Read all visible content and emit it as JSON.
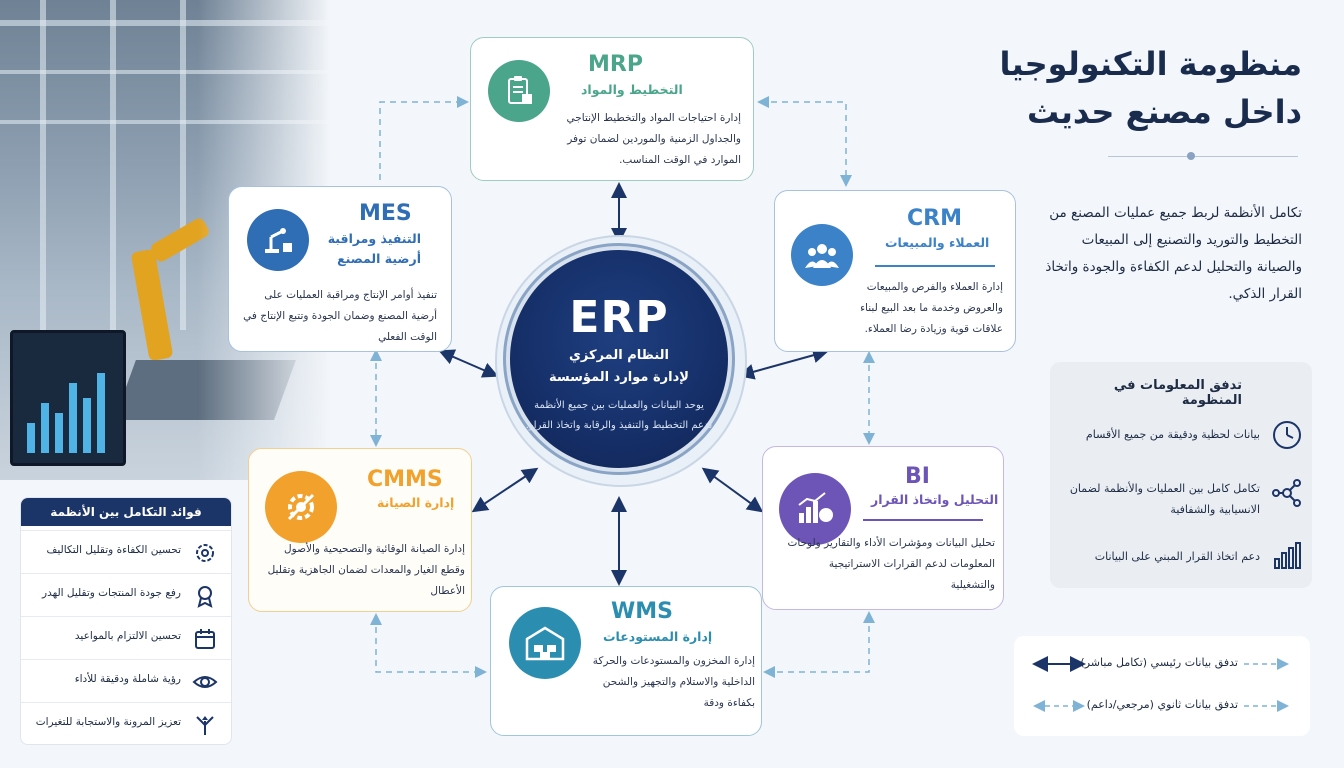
{
  "title_line1": "منظومة التكنولوجيا",
  "title_line2": "داخل مصنع حديث",
  "intro": "تكامل الأنظمة لربط جميع عمليات المصنع من التخطيط والتوريد والتصنيع إلى المبيعات والصيانة والتحليل لدعم الكفاءة والجودة واتخاذ القرار الذكي.",
  "erp": {
    "abbr": "ERP",
    "sub1": "النظام المركزي",
    "sub2": "لإدارة موارد المؤسسة",
    "desc": "يوحد البيانات والعمليات بين جميع الأنظمة لدعم التخطيط والتنفيذ والرقابة واتخاذ القرار."
  },
  "mrp": {
    "abbr": "MRP",
    "sub": "التخطيط والمواد",
    "desc": "إدارة احتياجات المواد والتخطيط الإنتاجي والجداول الزمنية والموردين لضمان توفر الموارد في الوقت المناسب."
  },
  "mes": {
    "abbr": "MES",
    "sub1": "التنفيذ ومراقبة",
    "sub2": "أرضية المصنع",
    "desc": "تنفيذ أوامر الإنتاج ومراقبة العمليات على أرضية المصنع وضمان الجودة وتتبع الإنتاج في الوقت الفعلي"
  },
  "crm": {
    "abbr": "CRM",
    "sub": "العملاء والمبيعات",
    "desc": "إدارة العملاء والفرص والمبيعات والعروض وخدمة ما بعد البيع لبناء علاقات قوية وزيادة رضا العملاء."
  },
  "cmms": {
    "abbr": "CMMS",
    "sub": "إدارة الصيانة",
    "desc": "إدارة الصيانة الوقائية والتصحيحية والأصول وقطع الغيار والمعدات لضمان الجاهزية وتقليل الأعطال"
  },
  "bi": {
    "abbr": "BI",
    "sub": "التحليل واتخاذ القرار",
    "desc": "تحليل البيانات ومؤشرات الأداء والتقارير ولوحات المعلومات لدعم القرارات الاستراتيجية والتشغيلية"
  },
  "wms": {
    "abbr": "WMS",
    "sub": "إدارة المستودعات",
    "desc": "إدارة المخزون والمستودعات والحركة الداخلية والاستلام والتجهيز والشحن بكفاءة ودقة"
  },
  "flow": {
    "heading": "تدفق المعلومات في المنظومة",
    "items": [
      {
        "text": "بيانات لحظية ودقيقة من جميع الأقسام",
        "icon": "clock-icon"
      },
      {
        "text": "تكامل كامل بين العمليات والأنظمة لضمان الانسيابية والشفافية",
        "icon": "network-icon"
      },
      {
        "text": "دعم اتخاذ القرار المبني على البيانات",
        "icon": "bar-chart-icon"
      }
    ]
  },
  "legend": {
    "primary": "تدفق بيانات رئيسي (تكامل مباشر)",
    "secondary": "تدفق بيانات ثانوي (مرجعي/داعم)"
  },
  "benefits": {
    "heading": "فوائد التكامل بين الأنظمة",
    "items": [
      {
        "text": "تحسين الكفاءة وتقليل التكاليف",
        "icon": "gear-icon"
      },
      {
        "text": "رفع جودة المنتجات وتقليل الهدر",
        "icon": "award-icon"
      },
      {
        "text": "تحسين الالتزام بالمواعيد",
        "icon": "calendar-icon"
      },
      {
        "text": "رؤية شاملة ودقيقة للأداء",
        "icon": "eye-icon"
      },
      {
        "text": "تعزيز المرونة والاستجابة للتغيرات",
        "icon": "arrows-icon"
      }
    ]
  },
  "colors": {
    "navy": "#1c3568",
    "mrp_green": "#4aa58a",
    "mes_blue": "#2f6db5",
    "crm_blue": "#3b82c8",
    "cmms_orange": "#f1a12c",
    "bi_purple": "#6d55b8",
    "wms_teal": "#2b8eb0"
  }
}
